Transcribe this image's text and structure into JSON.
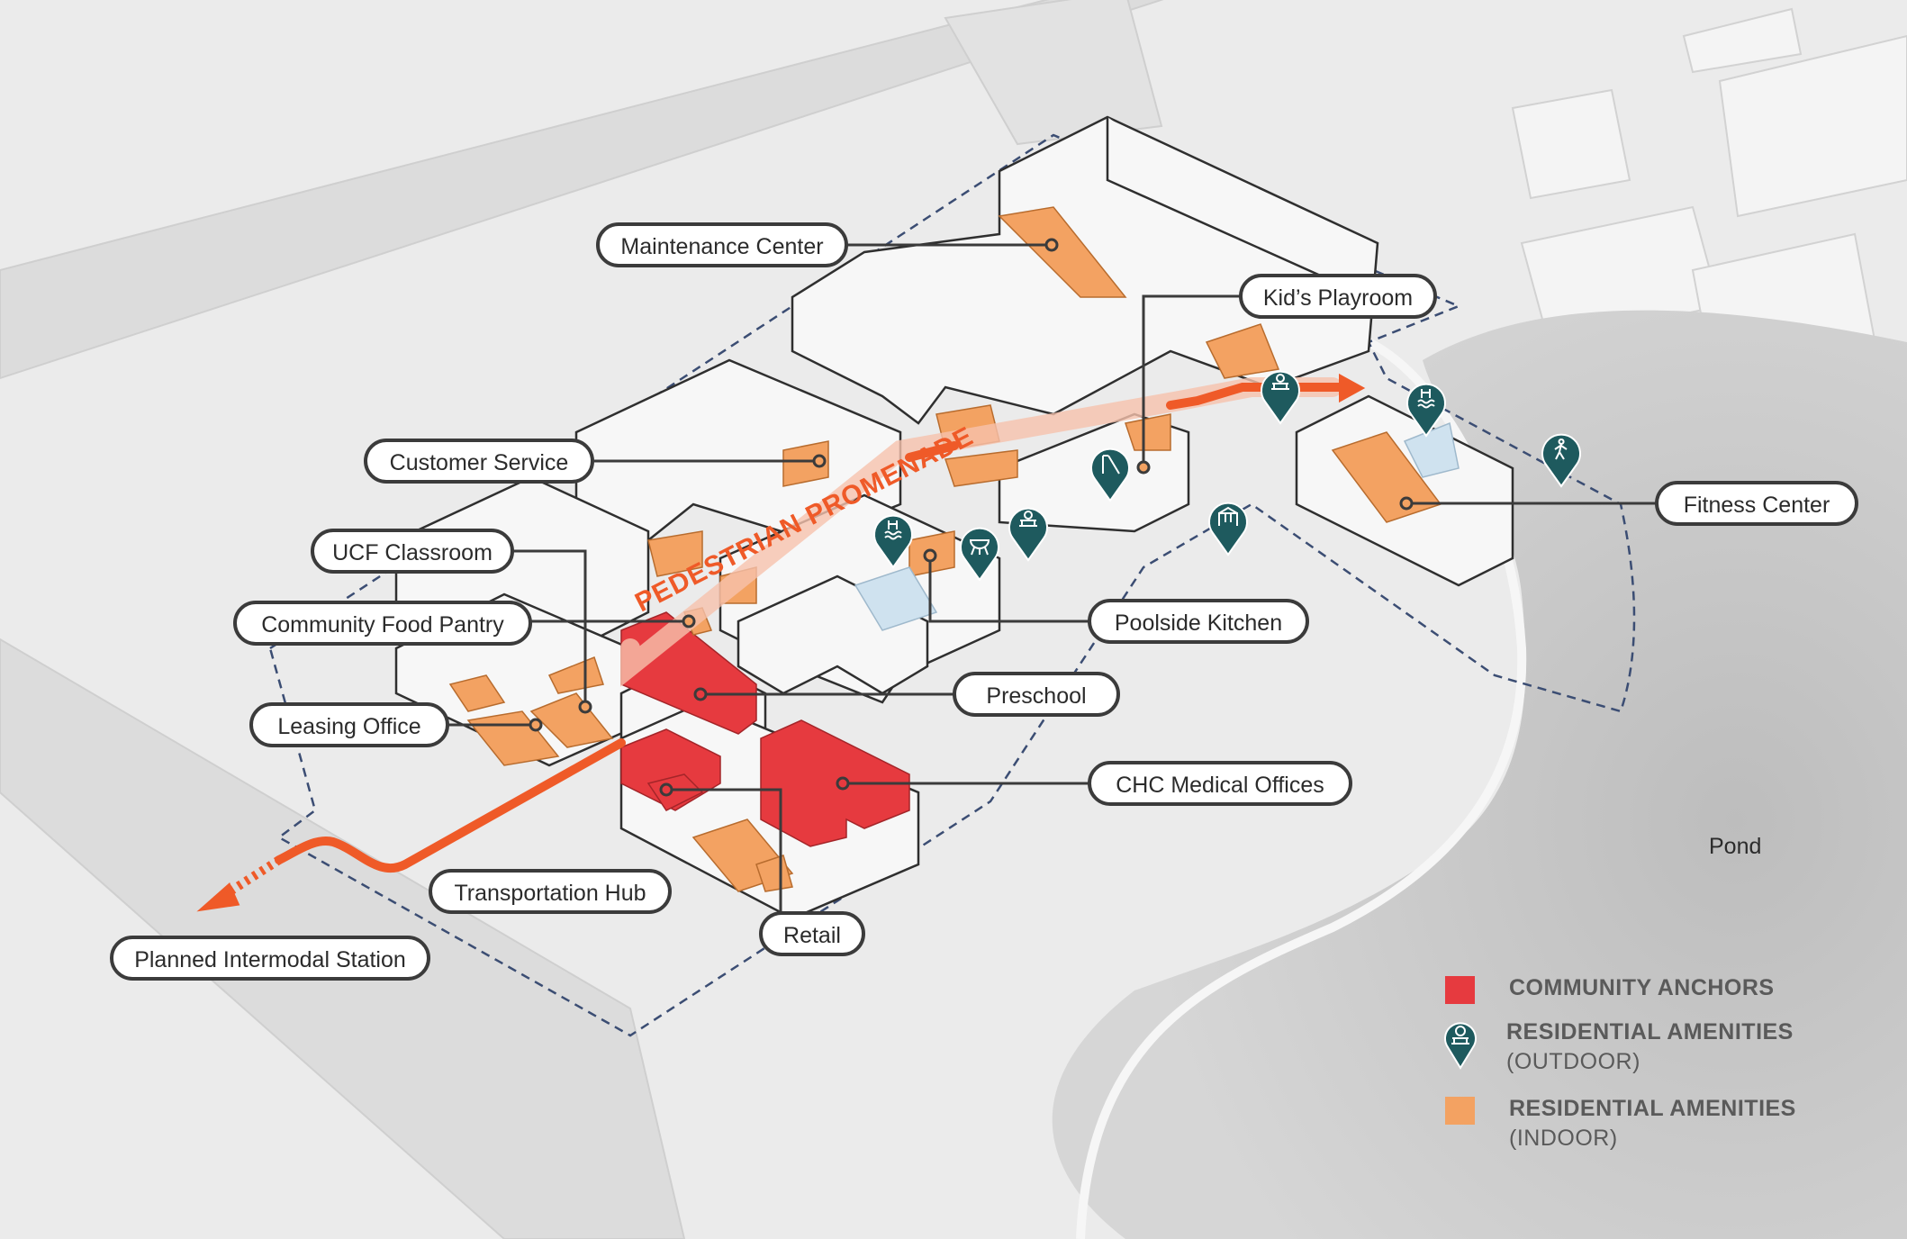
{
  "colors": {
    "community_anchor": "#e63a3f",
    "amenity_indoor": "#f3a262",
    "amenity_outdoor": "#1e5a5e",
    "promenade": "#ef5a28",
    "callout_border": "#3b3b3b",
    "pond": "#c8c8c8"
  },
  "promenade_label": "PEDESTRIAN PROMENADE",
  "callouts": {
    "maintenance_center": "Maintenance Center",
    "kids_playroom": "Kid’s Playroom",
    "customer_service": "Customer Service",
    "fitness_center": "Fitness Center",
    "ucf_classroom": "UCF Classroom",
    "poolside_kitchen": "Poolside Kitchen",
    "community_food_pantry": "Community Food Pantry",
    "preschool": "Preschool",
    "leasing_office": "Leasing Office",
    "chc_medical_offices": "CHC Medical Offices",
    "transportation_hub": "Transportation Hub",
    "retail": "Retail",
    "planned_intermodal_station": "Planned Intermodal Station"
  },
  "pond_label": "Pond",
  "outdoor_amenity_icons": [
    "picnic-pavilion-icon",
    "pool-icon",
    "walking-trail-icon",
    "slide-icon",
    "pool-icon",
    "grill-icon",
    "picnic-pavilion-icon",
    "playground-icon"
  ],
  "legend": {
    "community_anchors": "COMMUNITY ANCHORS",
    "outdoor_title": "RESIDENTIAL AMENITIES",
    "outdoor_sub": "(OUTDOOR)",
    "indoor_title": "RESIDENTIAL AMENITIES",
    "indoor_sub": "(INDOOR)"
  }
}
